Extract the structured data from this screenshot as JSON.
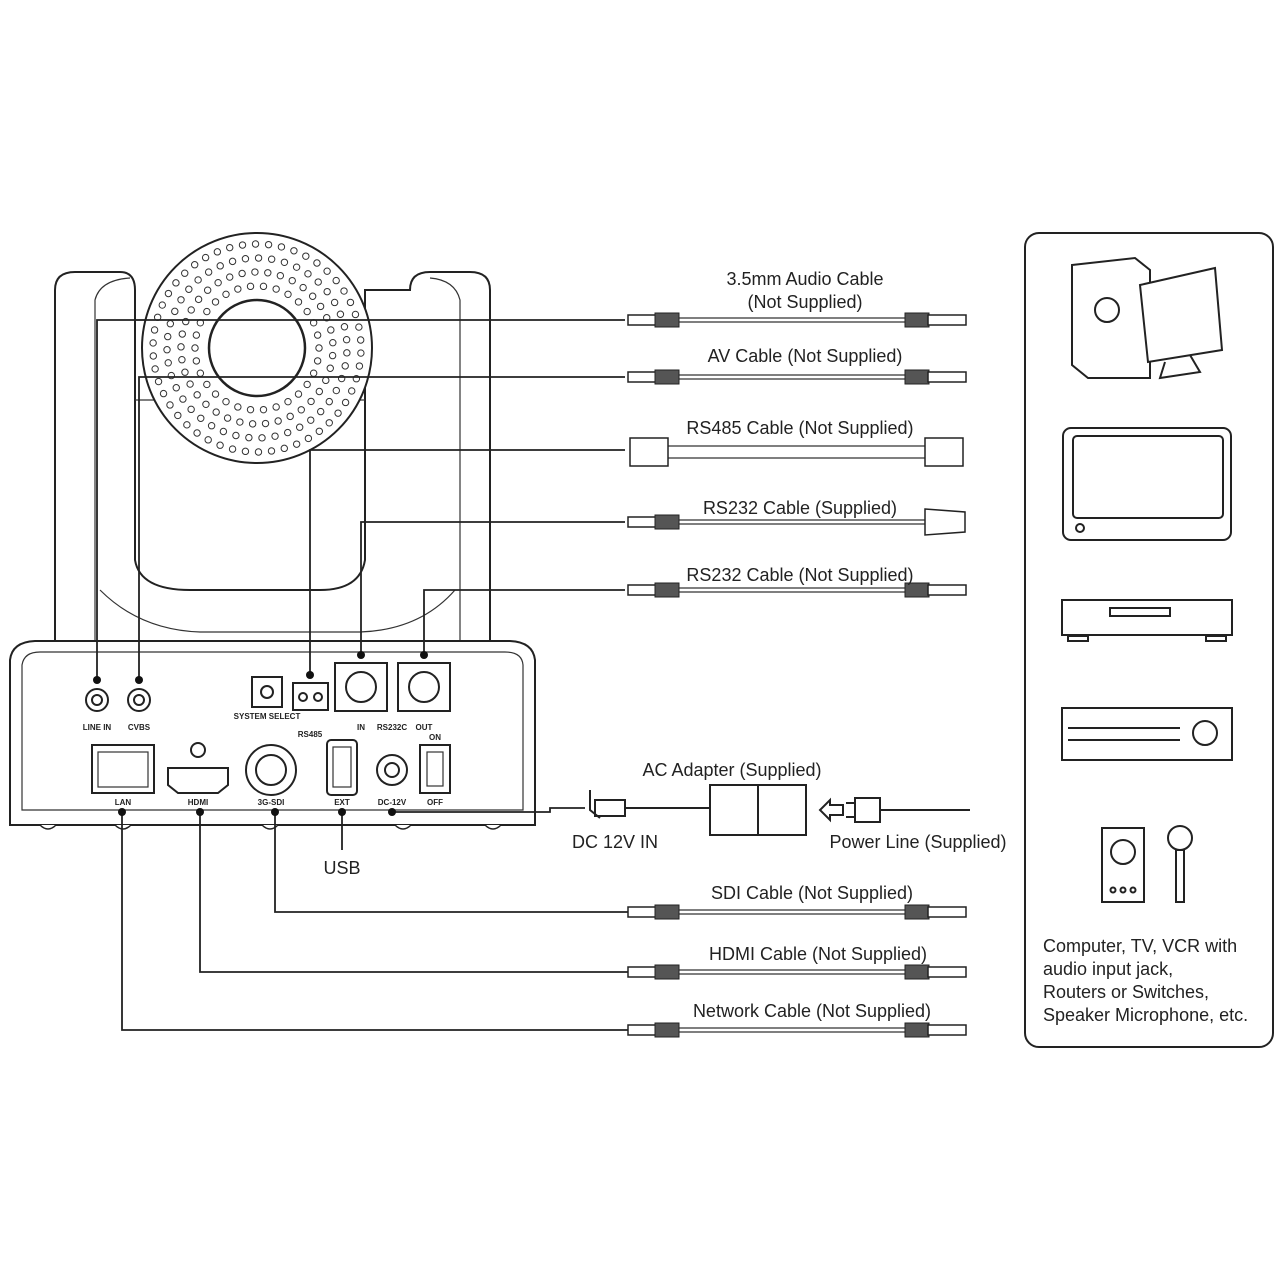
{
  "camera": {
    "ports": {
      "line_in": "LINE IN",
      "cvbs": "CVBS",
      "system_select": "SYSTEM SELECT",
      "rs485": "RS485",
      "in": "IN",
      "rs232c": "RS232C",
      "out": "OUT",
      "on": "ON",
      "off": "OFF",
      "lan": "LAN",
      "hdmi": "HDMI",
      "sdi": "3G-SDI",
      "ext": "EXT",
      "dc": "DC-12V"
    }
  },
  "cables": [
    {
      "label": "3.5mm Audio Cable",
      "sub": "(Not Supplied)"
    },
    {
      "label": "AV Cable  (Not Supplied)"
    },
    {
      "label": "RS485 Cable  (Not Supplied)"
    },
    {
      "label": "RS232 Cable  (Supplied)"
    },
    {
      "label": "RS232 Cable  (Not Supplied)"
    },
    {
      "label": "SDI Cable (Not Supplied)"
    },
    {
      "label": "HDMI Cable  (Not Supplied)"
    },
    {
      "label": "Network Cable (Not Supplied)"
    }
  ],
  "power": {
    "adapter": "AC Adapter (Supplied)",
    "dc_in": "DC 12V IN",
    "power_line": "Power Line (Supplied)",
    "usb": "USB"
  },
  "devices_panel": {
    "caption": [
      "Computer, TV, VCR with",
      "audio input jack,",
      "Routers or Switches,",
      "Speaker Microphone, etc."
    ]
  }
}
